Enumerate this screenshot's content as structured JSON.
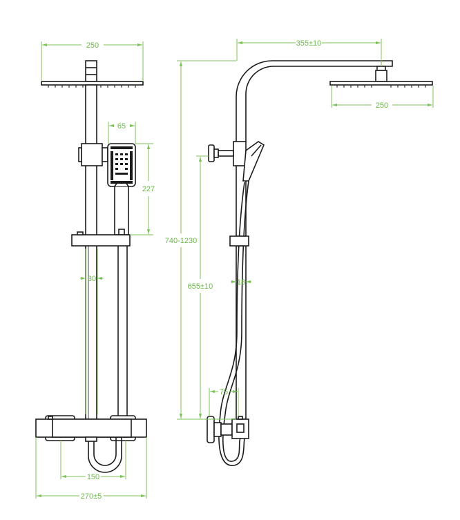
{
  "colors": {
    "dimension": "#7cc35a",
    "outline": "#1a1a1a"
  },
  "front_view": {
    "dimensions": {
      "head_width": "250",
      "hand_shower_width": "65",
      "hand_shower_height": "227",
      "pipe_diameter": "30",
      "inlet_spacing": "150",
      "mixer_width": "270±5"
    }
  },
  "side_view": {
    "dimensions": {
      "arm_reach": "355±10",
      "head_width": "250",
      "total_height": "740-1230",
      "holder_height": "655±10",
      "lower_pipe_diameter": "18",
      "wall_offset": "75"
    }
  }
}
